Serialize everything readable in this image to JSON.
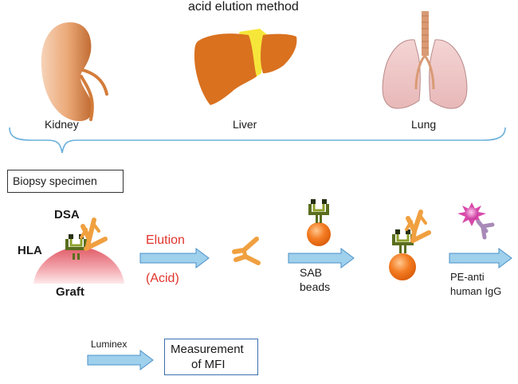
{
  "title": "acid elution method",
  "organs": [
    {
      "name": "Kidney"
    },
    {
      "name": "Liver"
    },
    {
      "name": "Lung"
    }
  ],
  "biopsy_label": "Biopsy specimen",
  "graft": {
    "dsa": "DSA",
    "hla": "HLA",
    "graft": "Graft"
  },
  "elution": {
    "line1": "Elution",
    "line2": "(Acid)"
  },
  "sab": {
    "line1": "SAB",
    "line2": "beads"
  },
  "pe": {
    "line1": "PE-anti",
    "line2": "human IgG"
  },
  "luminex": "Luminex",
  "measurement": {
    "line1": "Measurement",
    "line2": "of MFI"
  },
  "colors": {
    "arrow_fill": "#9fd0ec",
    "arrow_stroke": "#4a90c8",
    "antibody": "#f0a040",
    "hla": "#5a6e1e",
    "bead": "#f07820",
    "graft_top": "#e05060",
    "graft_bottom": "#ffe6e6",
    "elution_text": "#e0342c",
    "brace": "#6ab0dc"
  }
}
